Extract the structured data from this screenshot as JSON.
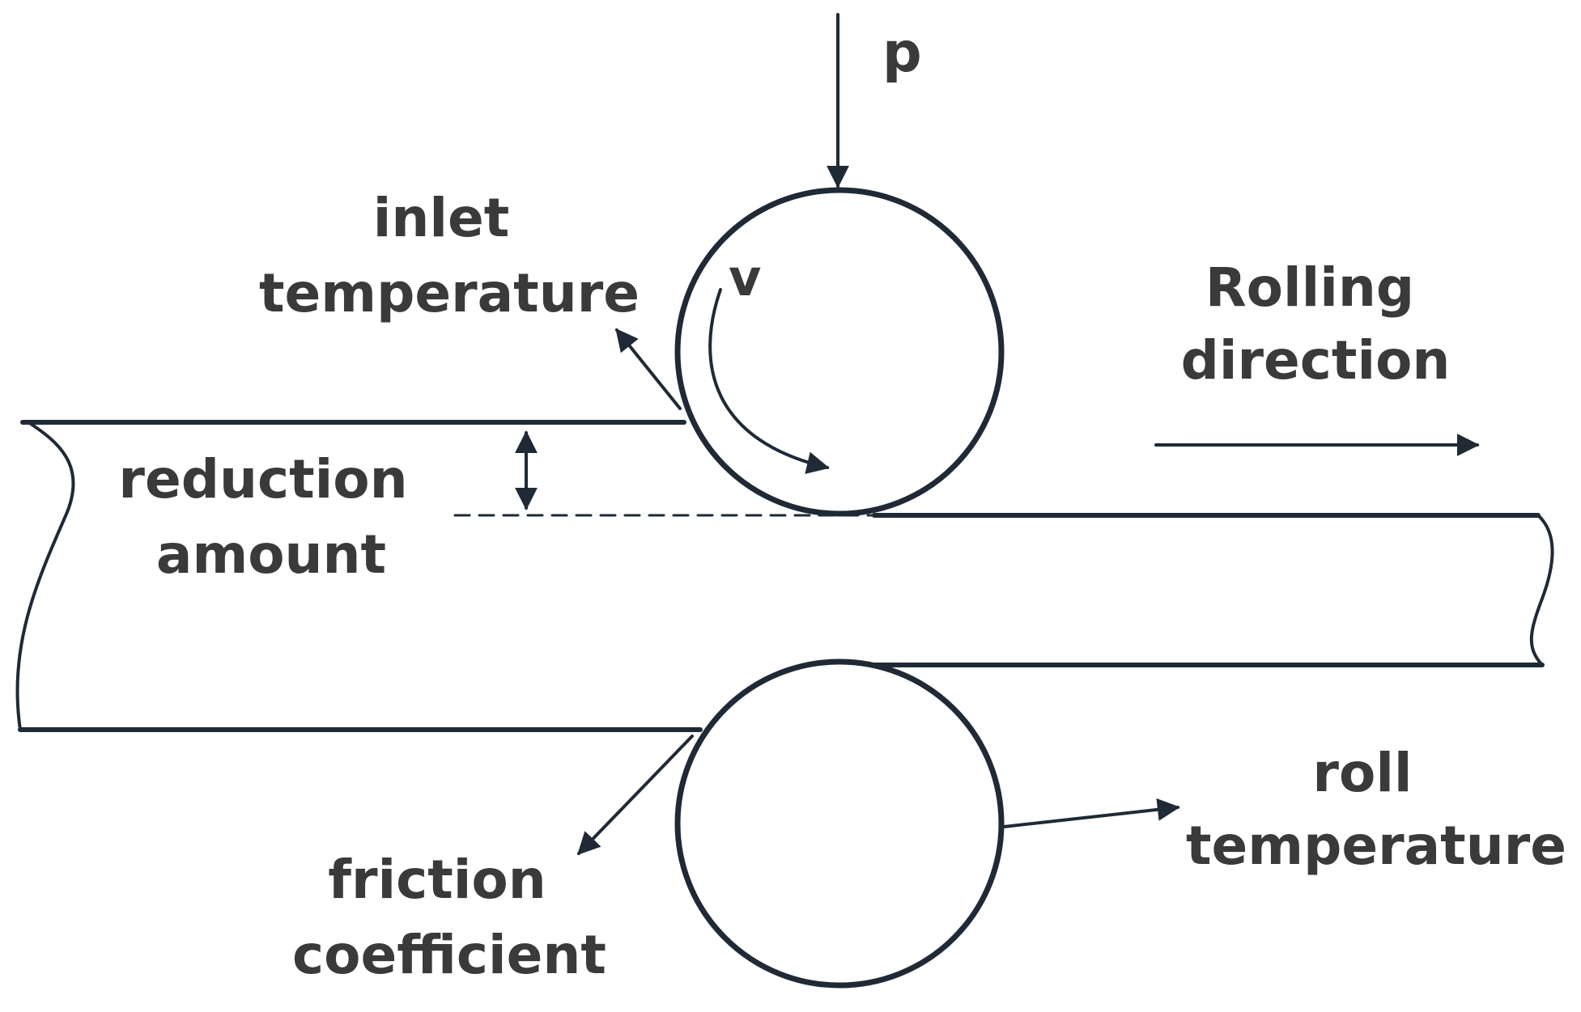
{
  "labels": {
    "force": "p",
    "velocity": "v",
    "inlet_temperature": [
      "inlet",
      "temperature"
    ],
    "rolling_direction": [
      "Rolling",
      "direction"
    ],
    "reduction_amount": [
      "reduction",
      "amount"
    ],
    "friction_coefficient": [
      "friction",
      "coefficient"
    ],
    "roll_temperature": [
      "roll",
      "temperature"
    ]
  },
  "colors": {
    "stroke": "#1f2a36",
    "text": "#3a3a3a"
  }
}
